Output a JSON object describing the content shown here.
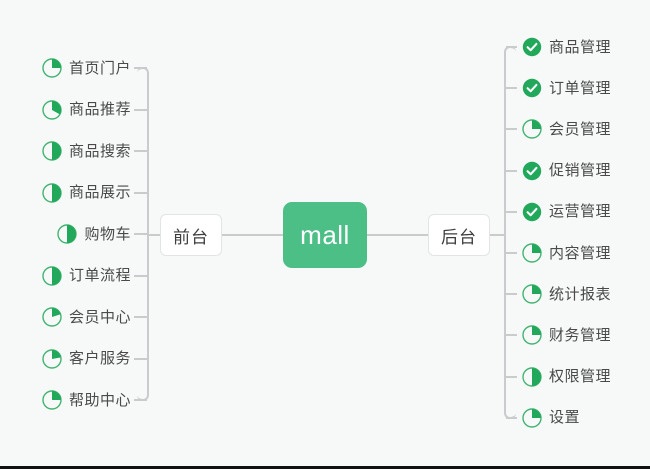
{
  "diagram": {
    "type": "mind-map",
    "background_color": "#f7f8f8",
    "accent_color": "#22a85a",
    "root_color": "#4cbf87",
    "line_color": "#c9cbcc",
    "text_color": "#4a4a4a",
    "root": {
      "label": "mall"
    },
    "branches": [
      {
        "id": "frontend",
        "side": "left",
        "label": "前台",
        "items": [
          {
            "label": "首页门户",
            "icon": "pie-progress-icon",
            "progress": 25,
            "status": "in-progress"
          },
          {
            "label": "商品推荐",
            "icon": "pie-progress-icon",
            "progress": 33,
            "status": "in-progress"
          },
          {
            "label": "商品搜索",
            "icon": "pie-progress-icon",
            "progress": 50,
            "status": "in-progress"
          },
          {
            "label": "商品展示",
            "icon": "pie-progress-icon",
            "progress": 50,
            "status": "in-progress"
          },
          {
            "label": "购物车",
            "icon": "pie-progress-icon",
            "progress": 50,
            "status": "in-progress"
          },
          {
            "label": "订单流程",
            "icon": "pie-progress-icon",
            "progress": 50,
            "status": "in-progress"
          },
          {
            "label": "会员中心",
            "icon": "pie-progress-icon",
            "progress": 20,
            "status": "in-progress"
          },
          {
            "label": "客户服务",
            "icon": "pie-progress-icon",
            "progress": 22,
            "status": "in-progress"
          },
          {
            "label": "帮助中心",
            "icon": "pie-progress-icon",
            "progress": 25,
            "status": "in-progress"
          }
        ]
      },
      {
        "id": "backend",
        "side": "right",
        "label": "后台",
        "items": [
          {
            "label": "商品管理",
            "icon": "check-circle-icon",
            "progress": 100,
            "status": "done"
          },
          {
            "label": "订单管理",
            "icon": "check-circle-icon",
            "progress": 100,
            "status": "done"
          },
          {
            "label": "会员管理",
            "icon": "pie-progress-icon",
            "progress": 25,
            "status": "in-progress"
          },
          {
            "label": "促销管理",
            "icon": "check-circle-icon",
            "progress": 100,
            "status": "done"
          },
          {
            "label": "运营管理",
            "icon": "check-circle-icon",
            "progress": 100,
            "status": "done"
          },
          {
            "label": "内容管理",
            "icon": "pie-progress-icon",
            "progress": 25,
            "status": "in-progress"
          },
          {
            "label": "统计报表",
            "icon": "pie-progress-icon",
            "progress": 25,
            "status": "in-progress"
          },
          {
            "label": "财务管理",
            "icon": "pie-progress-icon",
            "progress": 25,
            "status": "in-progress"
          },
          {
            "label": "权限管理",
            "icon": "pie-progress-icon",
            "progress": 50,
            "status": "in-progress"
          },
          {
            "label": "设置",
            "icon": "pie-progress-icon",
            "progress": 25,
            "status": "in-progress"
          }
        ]
      }
    ]
  }
}
